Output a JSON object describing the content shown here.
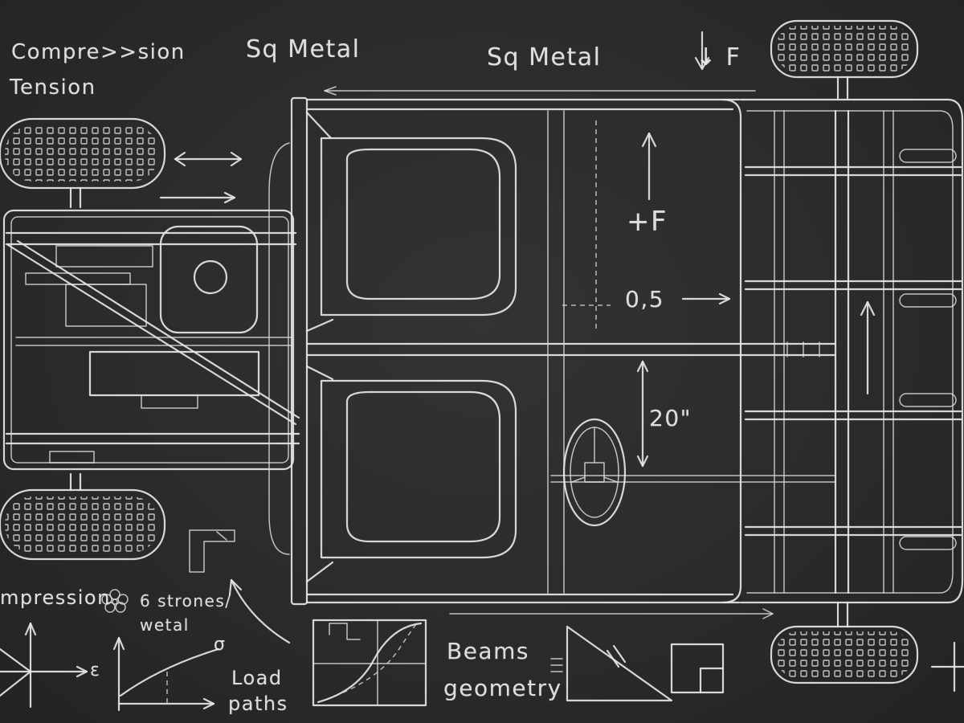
{
  "annotations": {
    "compression": "Compre>>sion",
    "tension": "Tension",
    "sq_metal_1": "Sq Metal",
    "sq_metal_2": "Sq Metal",
    "force_down": "↓ F",
    "plus_f": "+F",
    "half": "0,5",
    "twenty_inch": "20\"",
    "mpression": "mpression",
    "six_strones": "6 strones/",
    "wetal": "wetal",
    "load": "Load",
    "paths": "paths",
    "beams": "Beams",
    "geometry": "geometry",
    "epsilon": "ε",
    "sigma": "σ"
  },
  "icons": [
    "flower-icon",
    "arrow-icon"
  ],
  "colors": {
    "board": "#2a2a2a",
    "chalk": "#e6e6e6"
  }
}
